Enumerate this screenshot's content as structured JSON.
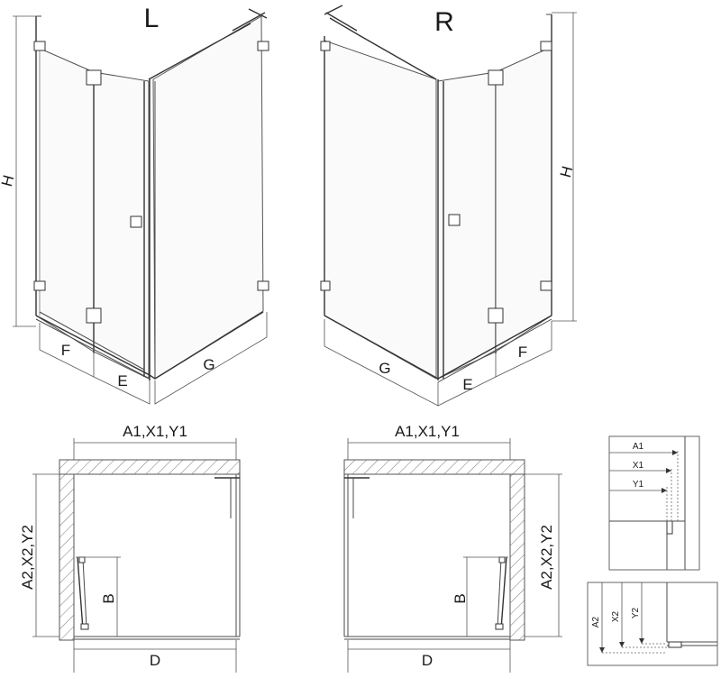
{
  "views": {
    "left_title": "L",
    "right_title": "R"
  },
  "labels": {
    "height": "H",
    "f": "F",
    "e": "E",
    "g": "G",
    "width_top": "A1,X1,Y1",
    "depth_side": "A2,X2,Y2",
    "b": "B",
    "d": "D"
  },
  "detail_top": {
    "a1": "A1",
    "x1": "X1",
    "y1": "Y1"
  },
  "detail_side": {
    "a2": "A2",
    "x2": "X2",
    "y2": "Y2"
  }
}
